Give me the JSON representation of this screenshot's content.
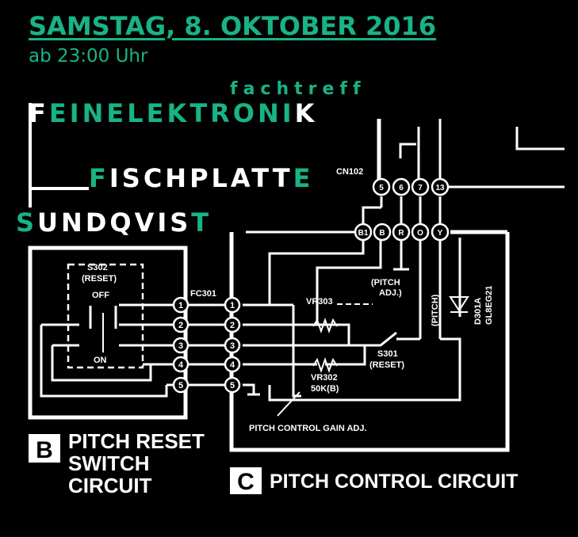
{
  "colors": {
    "accent": "#18b386",
    "text_white": "#ffffff",
    "background": "#000000"
  },
  "event": {
    "date": "SAMSTAG, 8. OKTOBER 2016",
    "time": "ab 23:00 Uhr",
    "tagline": "fachtreff"
  },
  "names": {
    "feinelektronik": {
      "first": "F",
      "middle": "EINELEKTRONI",
      "last": "K"
    },
    "fischplatte": {
      "first": "F",
      "middle": "ISCHPLATT",
      "last": "E"
    },
    "sundqvist": {
      "first": "S",
      "middle": "UNDQVIS",
      "last": "T"
    }
  },
  "schematic": {
    "connector_cn": "CN102",
    "connector_fc": "FC301",
    "top_pins": [
      "5",
      "6",
      "7",
      "13"
    ],
    "lower_pins": [
      "B1",
      "B",
      "R",
      "O",
      "Y"
    ],
    "left_pins": [
      "1",
      "2",
      "3",
      "4",
      "5"
    ],
    "switch_s302": "S302",
    "switch_s302_note": "(RESET)",
    "off": "OFF",
    "on": "ON",
    "pitch_adj": "(PITCH",
    "pitch_adj2": "ADJ.)",
    "vr303": "VR303",
    "vr302": "VR302",
    "vr302_val": "50K(B)",
    "s301": "S301",
    "s301_note": "(RESET)",
    "pitch_vert": "(PITCH)",
    "d301a": "D301A",
    "gl": "GL8EG21",
    "gain_adj": "PITCH CONTROL GAIN ADJ.",
    "label_b_letter": "B",
    "label_b_line1": "PITCH RESET",
    "label_b_line2": "SWITCH",
    "label_b_line3": "CIRCUIT",
    "label_c_letter": "C",
    "label_c_text": "PITCH CONTROL CIRCUIT"
  }
}
